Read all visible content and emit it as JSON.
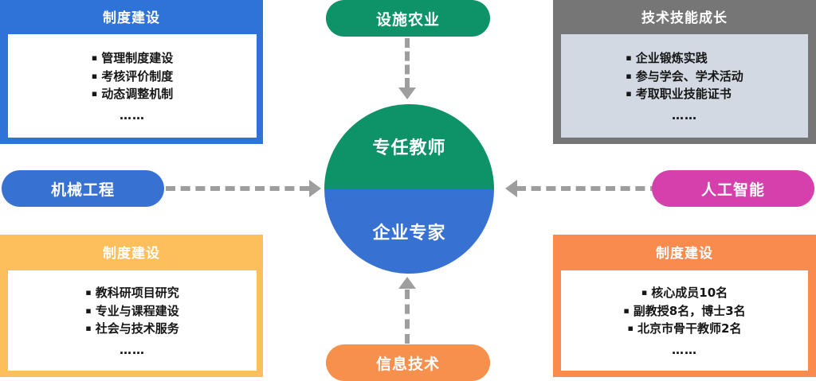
{
  "diagram": {
    "center": {
      "top_half_label": "专任教师",
      "bottom_half_label": "企业专家",
      "top_half_color": "#0E9268",
      "bottom_half_color": "#3772D3"
    },
    "pills": [
      {
        "id": "top",
        "label": "设施农业",
        "color": "#0E9268",
        "arrow": "down"
      },
      {
        "id": "left",
        "label": "机械工程",
        "color": "#3772D3",
        "arrow": "right"
      },
      {
        "id": "right",
        "label": "人工智能",
        "color": "#D540AC",
        "arrow": "left"
      },
      {
        "id": "bottom",
        "label": "信息技术",
        "color": "#F7904C",
        "arrow": "up"
      }
    ],
    "connector_color": "#9E9E9E",
    "panels": [
      {
        "id": "top-left",
        "title": "制度建设",
        "header_color": "#2F73D8",
        "body_color": "#FFFFFF",
        "items": [
          "管理制度建设",
          "考核评价制度",
          "动态调整机制"
        ],
        "ellipsis": "……"
      },
      {
        "id": "top-right",
        "title": "技术技能成长",
        "header_color": "#767676",
        "body_color": "#D3D9E3",
        "items": [
          "企业锻炼实践",
          "参与学会、学术活动",
          "考取职业技能证书"
        ],
        "ellipsis": "……"
      },
      {
        "id": "bottom-left",
        "title": "制度建设",
        "header_color": "#FDBE5C",
        "body_color": "#FFFFFF",
        "items": [
          "教科研项目研究",
          "专业与课程建设",
          "社会与技术服务"
        ],
        "ellipsis": "……"
      },
      {
        "id": "bottom-right",
        "title": "制度建设",
        "header_color": "#F98B4F",
        "body_color": "#FFFFFF",
        "items": [
          "核心成员10名",
          "副教授8名，博士3名",
          "北京市骨干教师2名"
        ],
        "ellipsis": "……"
      }
    ]
  }
}
